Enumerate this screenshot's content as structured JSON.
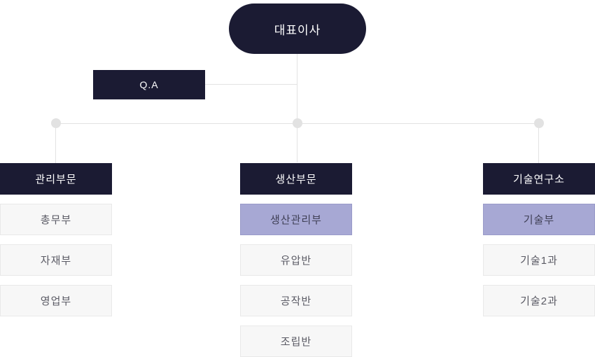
{
  "org_chart": {
    "root": {
      "label": "대표이사"
    },
    "staff": {
      "label": "Q.A"
    },
    "columns": [
      {
        "header": "관리부문",
        "items": [
          {
            "label": "총무부",
            "highlight": false
          },
          {
            "label": "자재부",
            "highlight": false
          },
          {
            "label": "영업부",
            "highlight": false
          }
        ]
      },
      {
        "header": "생산부문",
        "items": [
          {
            "label": "생산관리부",
            "highlight": true
          },
          {
            "label": "유압반",
            "highlight": false
          },
          {
            "label": "공작반",
            "highlight": false
          },
          {
            "label": "조립반",
            "highlight": false
          }
        ]
      },
      {
        "header": "기술연구소",
        "items": [
          {
            "label": "기술부",
            "highlight": true
          },
          {
            "label": "기술1과",
            "highlight": false
          },
          {
            "label": "기술2과",
            "highlight": false
          }
        ]
      }
    ],
    "colors": {
      "navy": "#1b1b33",
      "highlight_purple": "#a7a8d4",
      "line_gray": "#e2e2e2",
      "box_bg": "#f7f7f7",
      "box_border": "#e9e9e9",
      "box_text": "#5a5a64"
    }
  }
}
